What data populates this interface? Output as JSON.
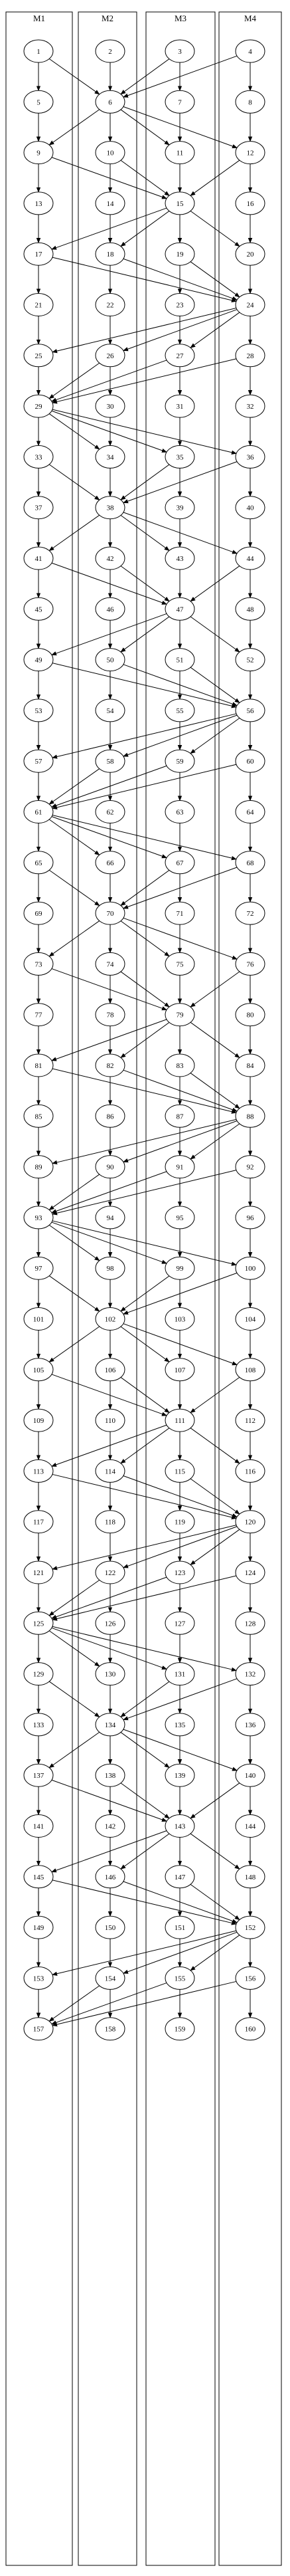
{
  "lanes": [
    "M1",
    "M2",
    "M3",
    "M4"
  ],
  "node_count": 160,
  "edges": [
    [
      1,
      5
    ],
    [
      1,
      6
    ],
    [
      2,
      6
    ],
    [
      3,
      6
    ],
    [
      3,
      7
    ],
    [
      4,
      6
    ],
    [
      4,
      8
    ],
    [
      5,
      9
    ],
    [
      6,
      9
    ],
    [
      6,
      10
    ],
    [
      6,
      11
    ],
    [
      6,
      12
    ],
    [
      7,
      11
    ],
    [
      8,
      12
    ],
    [
      9,
      13
    ],
    [
      9,
      15
    ],
    [
      10,
      14
    ],
    [
      10,
      15
    ],
    [
      11,
      15
    ],
    [
      12,
      15
    ],
    [
      12,
      16
    ],
    [
      13,
      17
    ],
    [
      14,
      18
    ],
    [
      15,
      17
    ],
    [
      15,
      18
    ],
    [
      15,
      19
    ],
    [
      15,
      20
    ],
    [
      16,
      20
    ],
    [
      17,
      21
    ],
    [
      17,
      24
    ],
    [
      18,
      22
    ],
    [
      18,
      24
    ],
    [
      19,
      23
    ],
    [
      19,
      24
    ],
    [
      20,
      24
    ],
    [
      21,
      25
    ],
    [
      22,
      26
    ],
    [
      23,
      27
    ],
    [
      24,
      25
    ],
    [
      24,
      26
    ],
    [
      24,
      27
    ],
    [
      24,
      28
    ],
    [
      25,
      29
    ],
    [
      26,
      29
    ],
    [
      26,
      30
    ],
    [
      27,
      29
    ],
    [
      27,
      31
    ],
    [
      28,
      29
    ],
    [
      28,
      32
    ],
    [
      29,
      33
    ],
    [
      29,
      34
    ],
    [
      29,
      35
    ],
    [
      29,
      36
    ],
    [
      30,
      34
    ],
    [
      31,
      35
    ],
    [
      32,
      36
    ],
    [
      33,
      37
    ],
    [
      33,
      38
    ],
    [
      34,
      38
    ],
    [
      35,
      38
    ],
    [
      35,
      39
    ],
    [
      36,
      38
    ],
    [
      36,
      40
    ],
    [
      37,
      41
    ],
    [
      38,
      41
    ],
    [
      38,
      42
    ],
    [
      38,
      43
    ],
    [
      38,
      44
    ],
    [
      39,
      43
    ],
    [
      40,
      44
    ],
    [
      41,
      45
    ],
    [
      41,
      47
    ],
    [
      42,
      46
    ],
    [
      42,
      47
    ],
    [
      43,
      47
    ],
    [
      44,
      47
    ],
    [
      44,
      48
    ],
    [
      45,
      49
    ],
    [
      46,
      50
    ],
    [
      47,
      49
    ],
    [
      47,
      50
    ],
    [
      47,
      51
    ],
    [
      47,
      52
    ],
    [
      48,
      52
    ],
    [
      49,
      53
    ],
    [
      49,
      56
    ],
    [
      50,
      54
    ],
    [
      50,
      56
    ],
    [
      51,
      55
    ],
    [
      51,
      56
    ],
    [
      52,
      56
    ],
    [
      53,
      57
    ],
    [
      54,
      58
    ],
    [
      55,
      59
    ],
    [
      56,
      57
    ],
    [
      56,
      58
    ],
    [
      56,
      59
    ],
    [
      56,
      60
    ],
    [
      57,
      61
    ],
    [
      58,
      61
    ],
    [
      58,
      62
    ],
    [
      59,
      61
    ],
    [
      59,
      63
    ],
    [
      60,
      61
    ],
    [
      60,
      64
    ],
    [
      61,
      65
    ],
    [
      61,
      66
    ],
    [
      61,
      67
    ],
    [
      61,
      68
    ],
    [
      62,
      66
    ],
    [
      63,
      67
    ],
    [
      64,
      68
    ],
    [
      65,
      69
    ],
    [
      65,
      70
    ],
    [
      66,
      70
    ],
    [
      67,
      70
    ],
    [
      67,
      71
    ],
    [
      68,
      70
    ],
    [
      68,
      72
    ],
    [
      69,
      73
    ],
    [
      70,
      73
    ],
    [
      70,
      74
    ],
    [
      70,
      75
    ],
    [
      70,
      76
    ],
    [
      71,
      75
    ],
    [
      72,
      76
    ],
    [
      73,
      77
    ],
    [
      73,
      79
    ],
    [
      74,
      78
    ],
    [
      74,
      79
    ],
    [
      75,
      79
    ],
    [
      76,
      79
    ],
    [
      76,
      80
    ],
    [
      77,
      81
    ],
    [
      78,
      82
    ],
    [
      79,
      81
    ],
    [
      79,
      82
    ],
    [
      79,
      83
    ],
    [
      79,
      84
    ],
    [
      80,
      84
    ],
    [
      81,
      85
    ],
    [
      81,
      88
    ],
    [
      82,
      86
    ],
    [
      82,
      88
    ],
    [
      83,
      87
    ],
    [
      83,
      88
    ],
    [
      84,
      88
    ],
    [
      85,
      89
    ],
    [
      86,
      90
    ],
    [
      87,
      91
    ],
    [
      88,
      89
    ],
    [
      88,
      90
    ],
    [
      88,
      91
    ],
    [
      88,
      92
    ],
    [
      89,
      93
    ],
    [
      90,
      93
    ],
    [
      90,
      94
    ],
    [
      91,
      93
    ],
    [
      91,
      95
    ],
    [
      92,
      93
    ],
    [
      92,
      96
    ],
    [
      93,
      97
    ],
    [
      93,
      98
    ],
    [
      93,
      99
    ],
    [
      93,
      100
    ],
    [
      94,
      98
    ],
    [
      95,
      99
    ],
    [
      96,
      100
    ],
    [
      97,
      101
    ],
    [
      97,
      102
    ],
    [
      98,
      102
    ],
    [
      99,
      102
    ],
    [
      99,
      103
    ],
    [
      100,
      102
    ],
    [
      100,
      104
    ],
    [
      101,
      105
    ],
    [
      102,
      105
    ],
    [
      102,
      106
    ],
    [
      102,
      107
    ],
    [
      102,
      108
    ],
    [
      103,
      107
    ],
    [
      104,
      108
    ],
    [
      105,
      109
    ],
    [
      105,
      111
    ],
    [
      106,
      110
    ],
    [
      106,
      111
    ],
    [
      107,
      111
    ],
    [
      108,
      111
    ],
    [
      108,
      112
    ],
    [
      109,
      113
    ],
    [
      110,
      114
    ],
    [
      111,
      113
    ],
    [
      111,
      114
    ],
    [
      111,
      115
    ],
    [
      111,
      116
    ],
    [
      112,
      116
    ],
    [
      113,
      117
    ],
    [
      113,
      120
    ],
    [
      114,
      118
    ],
    [
      114,
      120
    ],
    [
      115,
      119
    ],
    [
      115,
      120
    ],
    [
      116,
      120
    ],
    [
      117,
      121
    ],
    [
      118,
      122
    ],
    [
      119,
      123
    ],
    [
      120,
      121
    ],
    [
      120,
      122
    ],
    [
      120,
      123
    ],
    [
      120,
      124
    ],
    [
      121,
      125
    ],
    [
      122,
      125
    ],
    [
      122,
      126
    ],
    [
      123,
      125
    ],
    [
      123,
      127
    ],
    [
      124,
      125
    ],
    [
      124,
      128
    ],
    [
      125,
      129
    ],
    [
      125,
      130
    ],
    [
      125,
      131
    ],
    [
      125,
      132
    ],
    [
      126,
      130
    ],
    [
      127,
      131
    ],
    [
      128,
      132
    ],
    [
      129,
      133
    ],
    [
      129,
      134
    ],
    [
      130,
      134
    ],
    [
      131,
      134
    ],
    [
      131,
      135
    ],
    [
      132,
      134
    ],
    [
      132,
      136
    ],
    [
      133,
      137
    ],
    [
      134,
      137
    ],
    [
      134,
      138
    ],
    [
      134,
      139
    ],
    [
      134,
      140
    ],
    [
      135,
      139
    ],
    [
      136,
      140
    ],
    [
      137,
      141
    ],
    [
      137,
      143
    ],
    [
      138,
      142
    ],
    [
      138,
      143
    ],
    [
      139,
      143
    ],
    [
      140,
      143
    ],
    [
      140,
      144
    ],
    [
      141,
      145
    ],
    [
      142,
      146
    ],
    [
      143,
      145
    ],
    [
      143,
      146
    ],
    [
      143,
      147
    ],
    [
      143,
      148
    ],
    [
      144,
      148
    ],
    [
      145,
      149
    ],
    [
      145,
      152
    ],
    [
      146,
      150
    ],
    [
      146,
      152
    ],
    [
      147,
      151
    ],
    [
      147,
      152
    ],
    [
      148,
      152
    ],
    [
      149,
      153
    ],
    [
      150,
      154
    ],
    [
      151,
      155
    ],
    [
      152,
      153
    ],
    [
      152,
      154
    ],
    [
      152,
      155
    ],
    [
      152,
      156
    ],
    [
      153,
      157
    ],
    [
      154,
      157
    ],
    [
      154,
      158
    ],
    [
      155,
      157
    ],
    [
      155,
      159
    ],
    [
      156,
      157
    ],
    [
      156,
      160
    ]
  ]
}
